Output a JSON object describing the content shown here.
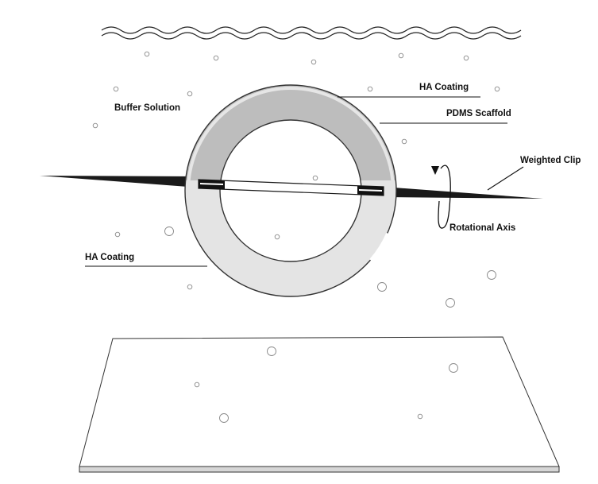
{
  "labels": {
    "buffer_solution": "Buffer Solution",
    "ha_coating_top": "HA Coating",
    "pdms_scaffold": "PDMS Scaffold",
    "weighted_clip": "Weighted Clip",
    "rotational_axis": "Rotational Axis",
    "ha_coating_bottom": "HA Coating"
  },
  "colors": {
    "ha_coating_upper": "#bdbdbd",
    "ha_coating_lower": "#e4e4e4",
    "scaffold_outline": "#333333",
    "slide_fill": "#ffffff",
    "slide_edge": "#d6d6d6",
    "bubble_stroke": "#888888"
  }
}
